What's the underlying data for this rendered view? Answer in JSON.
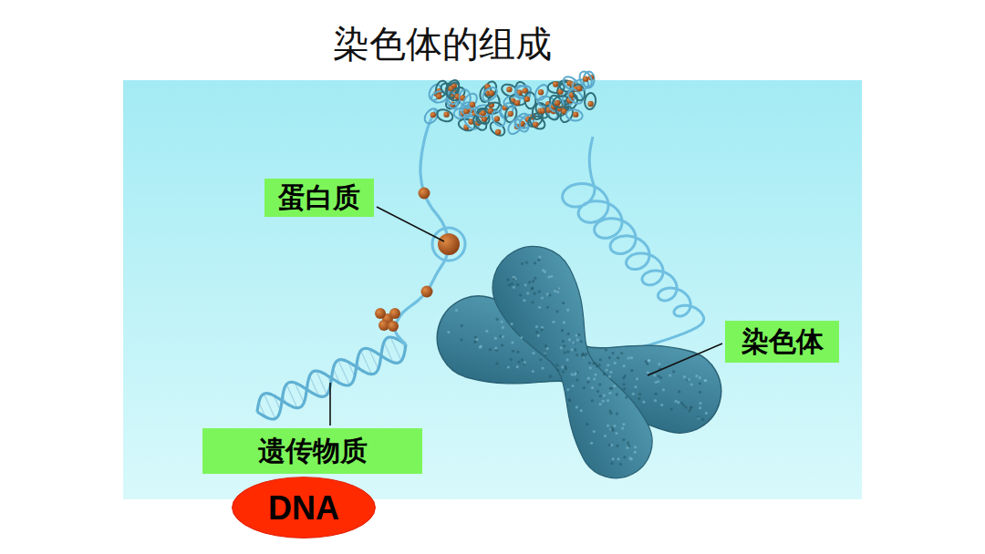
{
  "diagram": {
    "title": "染色体的组成",
    "nodes": [
      {
        "text": [
          "蛋白质"
        ]
      },
      {
        "text": [
          "染色体"
        ]
      },
      {
        "text": [
          "遗传物质"
        ]
      },
      {
        "text": [
          "DNA"
        ]
      }
    ]
  }
}
